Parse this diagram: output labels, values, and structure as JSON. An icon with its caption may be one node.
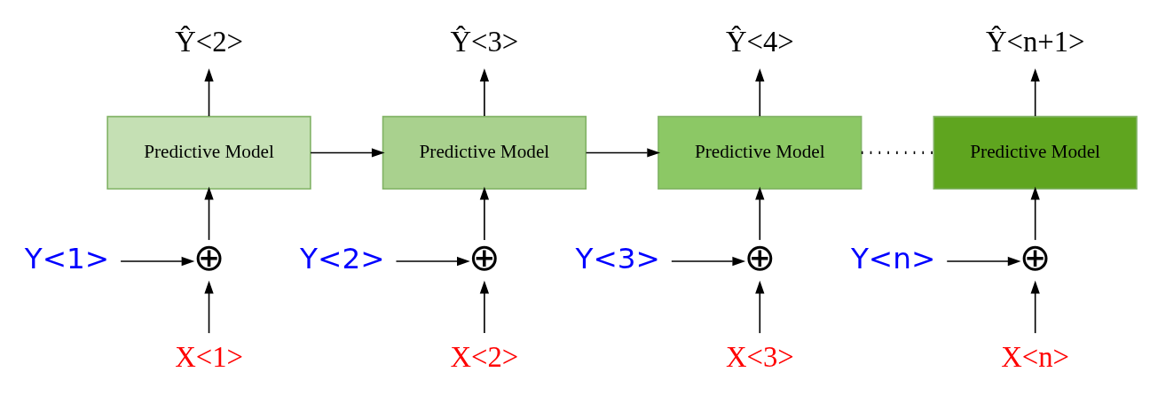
{
  "diagram": {
    "nodes": [
      {
        "text": [
          "Ŷ<2>"
        ]
      },
      {
        "text": [
          "Ŷ<3>"
        ]
      },
      {
        "text": [
          "Ŷ<4>"
        ]
      },
      {
        "text": [
          "Ŷ<n+1>"
        ]
      },
      {
        "text": [
          "Predictive Model"
        ]
      },
      {
        "text": [
          "Predictive Model"
        ]
      },
      {
        "text": [
          "Predictive Model"
        ]
      },
      {
        "text": [
          "Predictive Model"
        ]
      },
      {
        "text": [
          "Y<1>"
        ]
      },
      {
        "text": [
          "⊕"
        ]
      },
      {
        "text": [
          "Y<2>"
        ]
      },
      {
        "text": [
          "⊕"
        ]
      },
      {
        "text": [
          "Y<3>"
        ]
      },
      {
        "text": [
          "⊕"
        ]
      },
      {
        "text": [
          "Y<n>"
        ]
      },
      {
        "text": [
          "⊕"
        ]
      },
      {
        "text": [
          "X<1>"
        ]
      },
      {
        "text": [
          "X<2>"
        ]
      },
      {
        "text": [
          "X<3>"
        ]
      },
      {
        "text": [
          "X<n>"
        ]
      }
    ],
    "edges": [
      {
        "from": 16,
        "to": 9,
        "arrow": "to"
      },
      {
        "from": 8,
        "to": 9,
        "arrow": "to"
      },
      {
        "from": 9,
        "to": 4,
        "arrow": "to"
      },
      {
        "from": 4,
        "to": 0,
        "arrow": "to"
      },
      {
        "from": 17,
        "to": 11,
        "arrow": "to"
      },
      {
        "from": 10,
        "to": 11,
        "arrow": "to"
      },
      {
        "from": 11,
        "to": 5,
        "arrow": "to"
      },
      {
        "from": 5,
        "to": 1,
        "arrow": "to"
      },
      {
        "from": 18,
        "to": 13,
        "arrow": "to"
      },
      {
        "from": 12,
        "to": 13,
        "arrow": "to"
      },
      {
        "from": 13,
        "to": 6,
        "arrow": "to"
      },
      {
        "from": 6,
        "to": 2,
        "arrow": "to"
      },
      {
        "from": 19,
        "to": 15,
        "arrow": "to"
      },
      {
        "from": 14,
        "to": 15,
        "arrow": "to"
      },
      {
        "from": 15,
        "to": 7,
        "arrow": "to"
      },
      {
        "from": 7,
        "to": 3,
        "arrow": "to"
      },
      {
        "from": 4,
        "to": 5,
        "arrow": "to"
      },
      {
        "from": 5,
        "to": 6,
        "arrow": "to"
      },
      {
        "from": 6,
        "to": 7,
        "arrow": "none",
        "style": "dashed"
      }
    ]
  }
}
